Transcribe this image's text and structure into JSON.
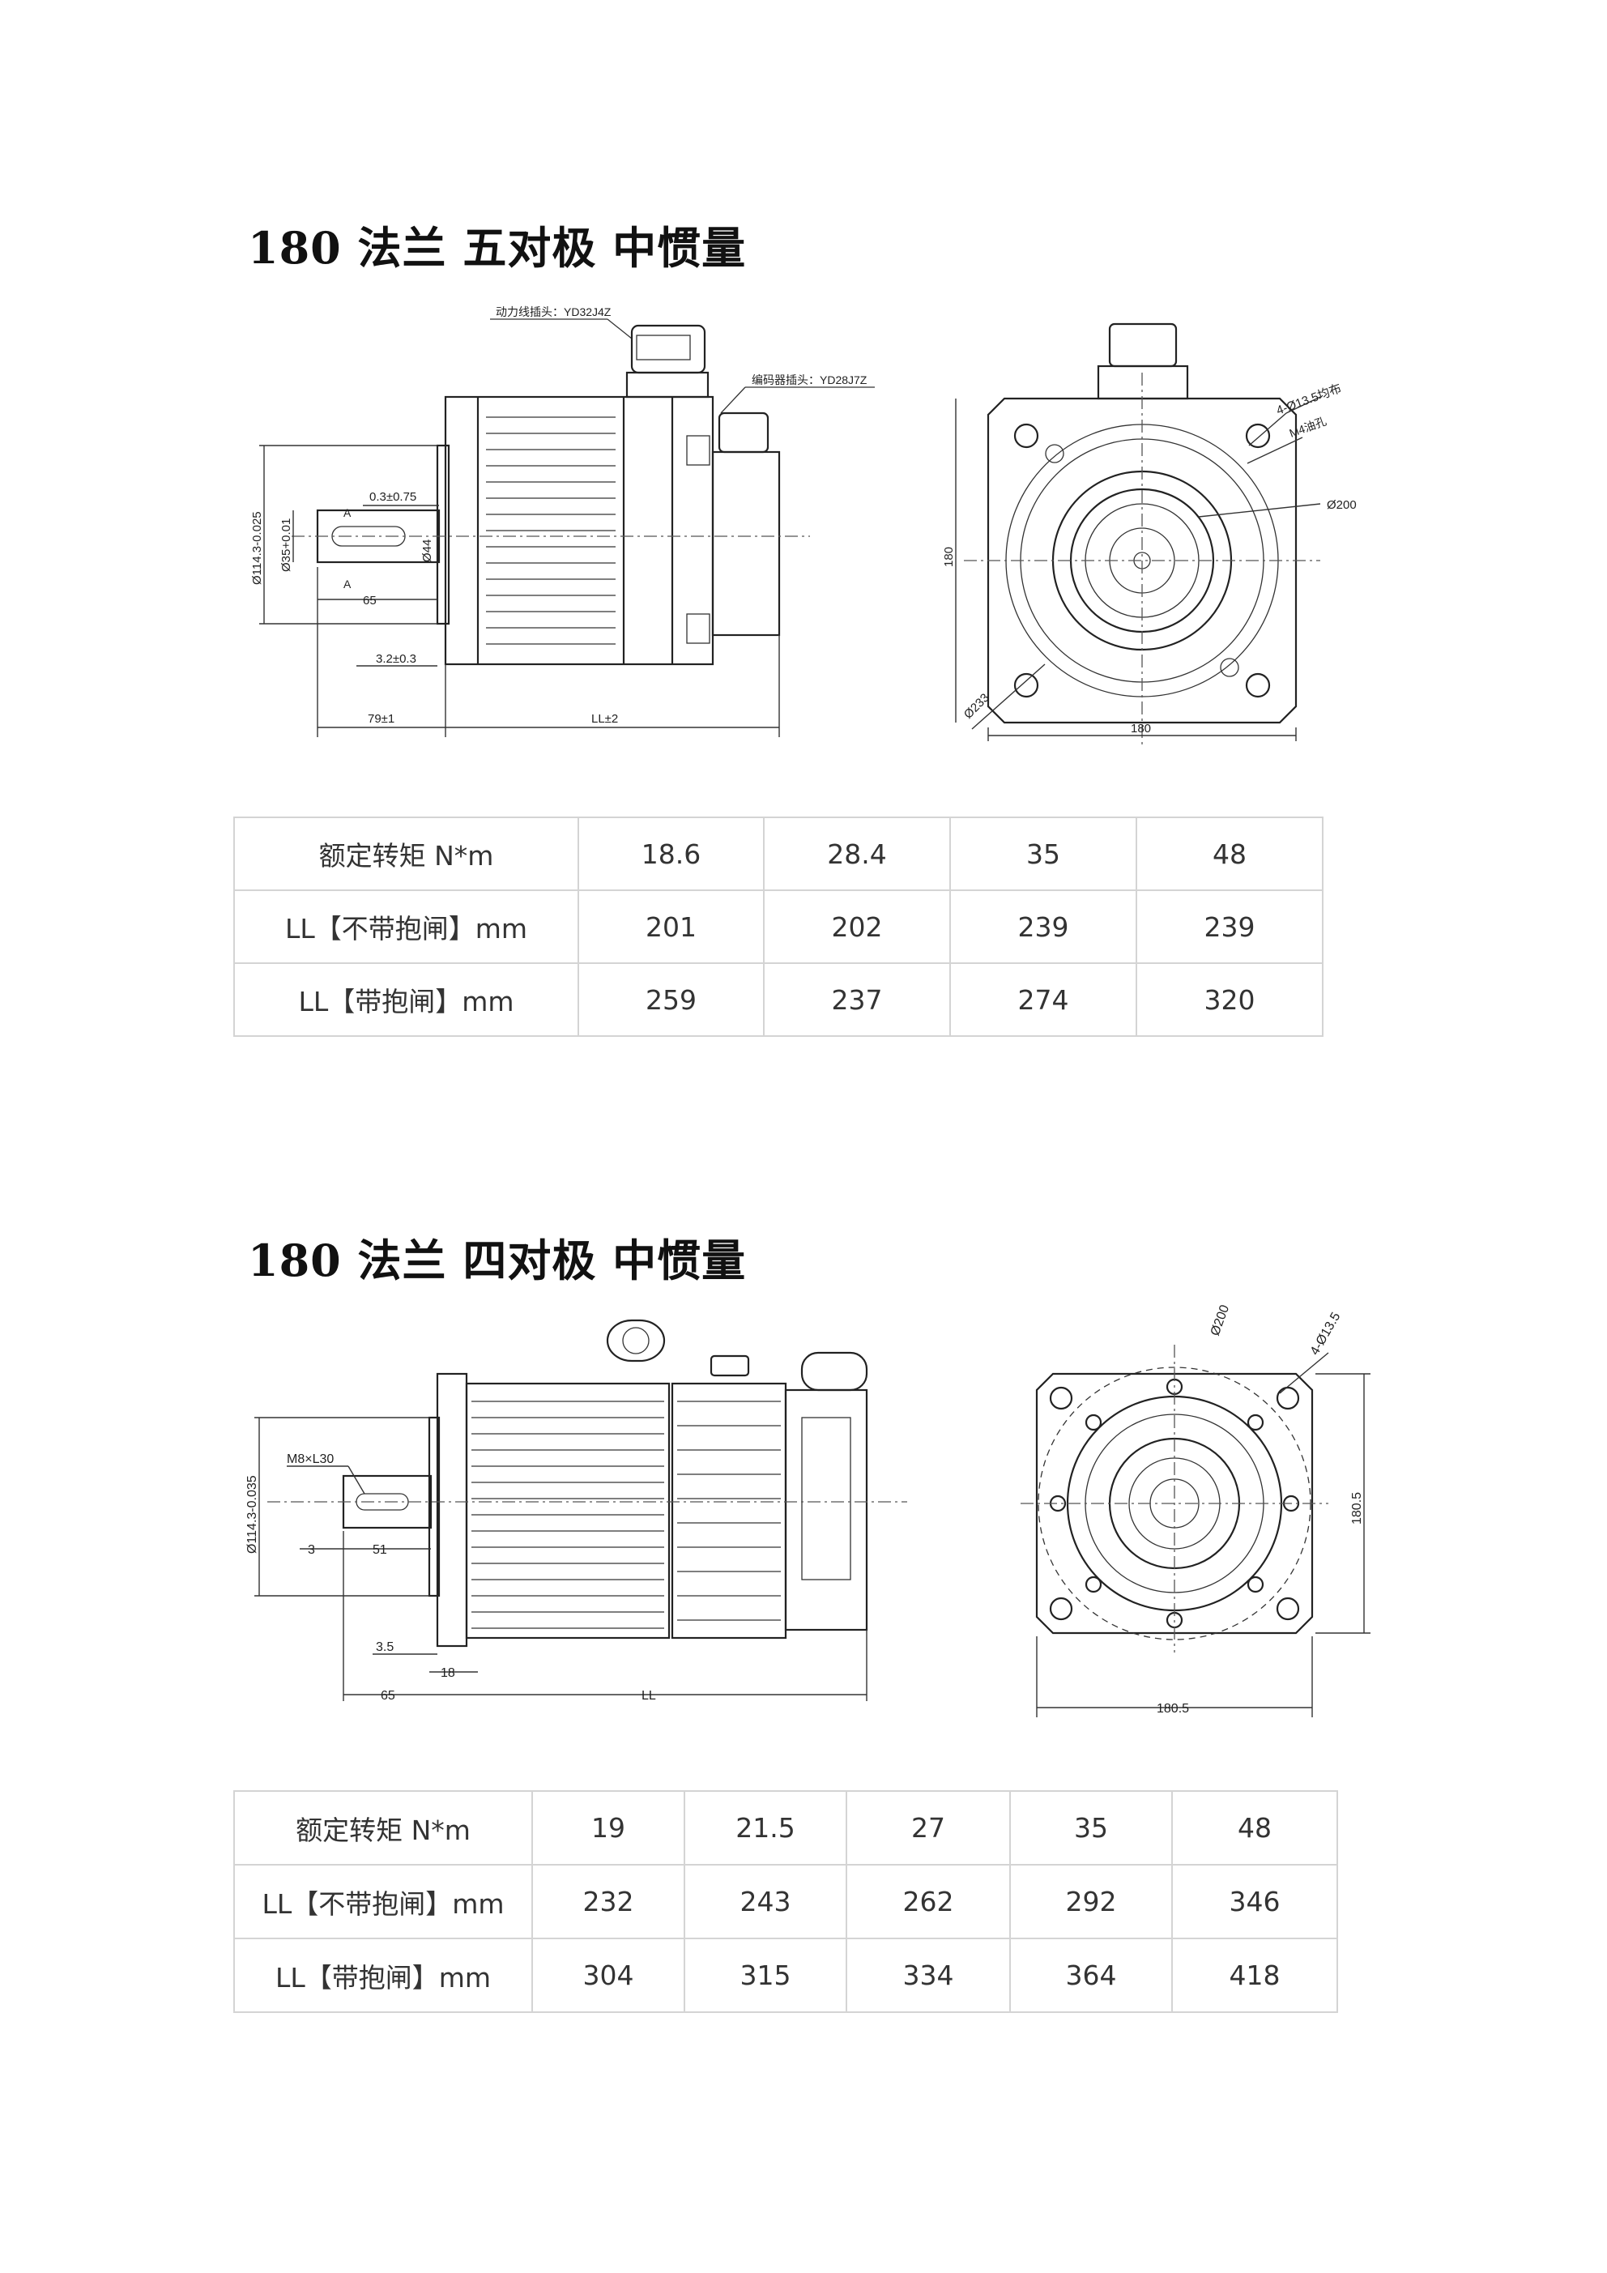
{
  "sections": [
    {
      "title": "180 法兰  五对极  中惯量",
      "drawing": {
        "power_plug_label": "动力线插头：YD32J4Z",
        "encoder_plug_label": "编码器插头：YD28J7Z",
        "dims": {
          "tol_03": "0.3±0.75",
          "datum_a": "A",
          "dia_114": "Ø114.3-0.025",
          "dia_35": "Ø35+0.01",
          "dia_44": "Ø44",
          "len_65": "65",
          "tol_32": "3.2±0.3",
          "len_79": "79±1",
          "len_ll": "LL±2",
          "holes": "4-Ø13.5均布",
          "m4": "M4油孔",
          "dia_200": "Ø200",
          "side_180": "180",
          "dia_233": "Ø233",
          "bottom_180": "180"
        }
      },
      "table": {
        "rows": [
          {
            "label": "额定转矩 N*m",
            "values": [
              "18.6",
              "28.4",
              "35",
              "48"
            ]
          },
          {
            "label": "LL【不带抱闸】mm",
            "values": [
              "201",
              "202",
              "239",
              "239"
            ]
          },
          {
            "label": "LL【带抱闸】mm",
            "values": [
              "259",
              "237",
              "274",
              "320"
            ]
          }
        ]
      }
    },
    {
      "title": "180 法兰  四对极  中惯量",
      "drawing": {
        "dims": {
          "m8": "M8×L30",
          "dia_114": "Ø114.3-0.035",
          "len_3": "3",
          "len_51": "51",
          "len_35": "3.5",
          "len_18": "18",
          "len_65": "65",
          "len_ll": "LL",
          "dia_200": "Ø200",
          "holes": "4-Ø13.5",
          "side_180_5": "180.5",
          "bottom_180_5": "180.5"
        }
      },
      "table": {
        "rows": [
          {
            "label": "额定转矩 N*m",
            "values": [
              "19",
              "21.5",
              "27",
              "35",
              "48"
            ]
          },
          {
            "label": "LL【不带抱闸】mm",
            "values": [
              "232",
              "243",
              "262",
              "292",
              "346"
            ]
          },
          {
            "label": "LL【带抱闸】mm",
            "values": [
              "304",
              "315",
              "334",
              "364",
              "418"
            ]
          }
        ]
      }
    }
  ]
}
